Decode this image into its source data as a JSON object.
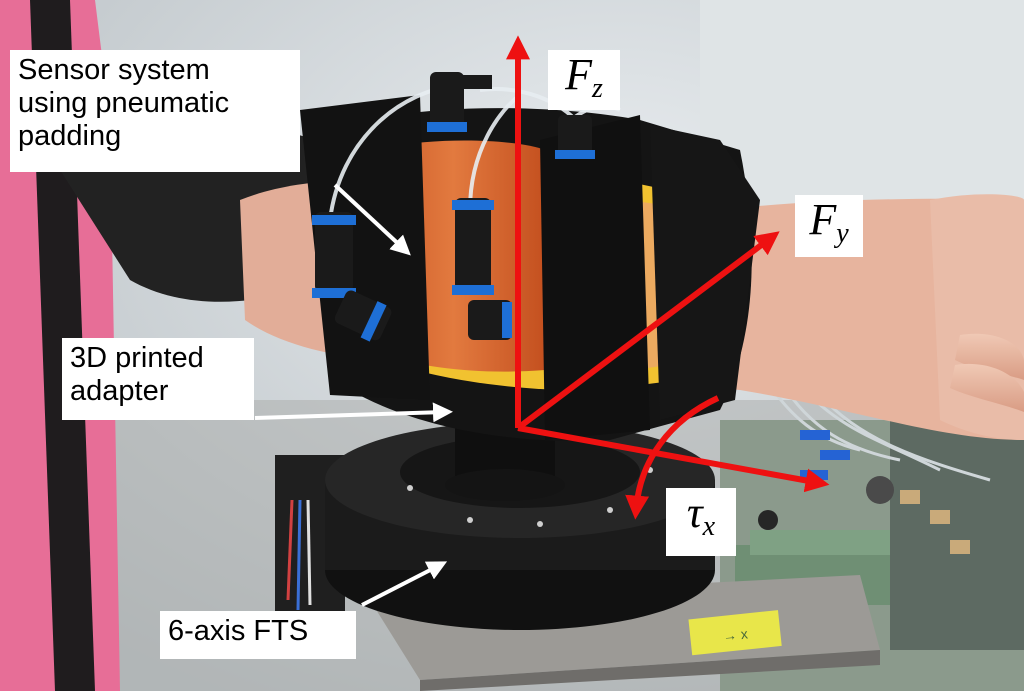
{
  "labels": {
    "sensor_system": [
      "Sensor system",
      "using pneumatic",
      "padding"
    ],
    "adapter": [
      "3D printed",
      "adapter"
    ],
    "fts": "6-axis FTS"
  },
  "axes": {
    "fz": {
      "symbol": "F",
      "sub": "z"
    },
    "fy": {
      "symbol": "F",
      "sub": "y"
    },
    "tx": {
      "symbol": "τ",
      "sub": "x"
    }
  },
  "sticker_text": "→ x",
  "colors": {
    "arrow_red": "#ee1111",
    "pointer_white": "#ffffff",
    "padding_orange": "#d9642a",
    "strap_black": "#141414",
    "skin": "#e9b8a3",
    "connector_blue": "#1e6fd6",
    "sensor_black": "#1b1b1b"
  }
}
